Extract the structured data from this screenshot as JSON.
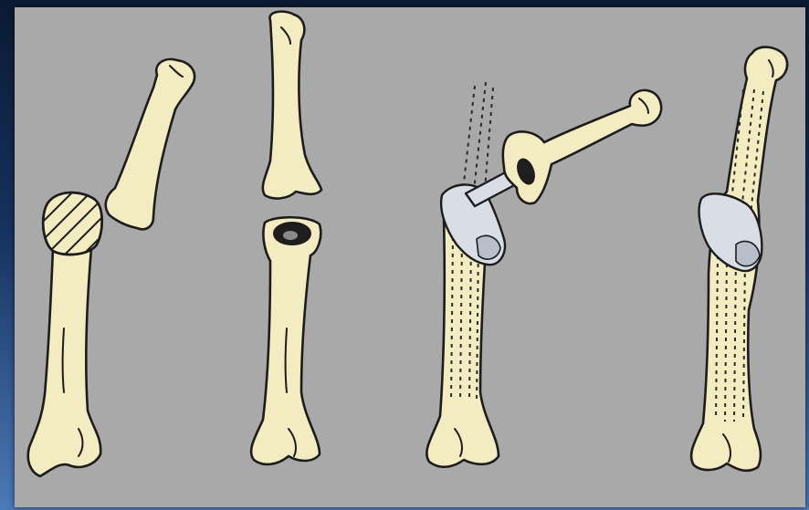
{
  "figure": {
    "panels": [
      {
        "id": "diseased-head-and-radius",
        "icon": "humerus-osteotomy-illustration"
      },
      {
        "id": "resected-ends",
        "icon": "humerus-resection-illustration"
      },
      {
        "id": "implant-insertion",
        "icon": "elbow-implant-insertion-illustration"
      },
      {
        "id": "implant-seated",
        "icon": "elbow-implant-seated-illustration"
      }
    ],
    "colors": {
      "bone": "#f2ecc0",
      "outline": "#1c1c1c",
      "implant": "#d9dde6",
      "background_panel": "#a9a9a9",
      "slide_background": "#16325e"
    }
  }
}
